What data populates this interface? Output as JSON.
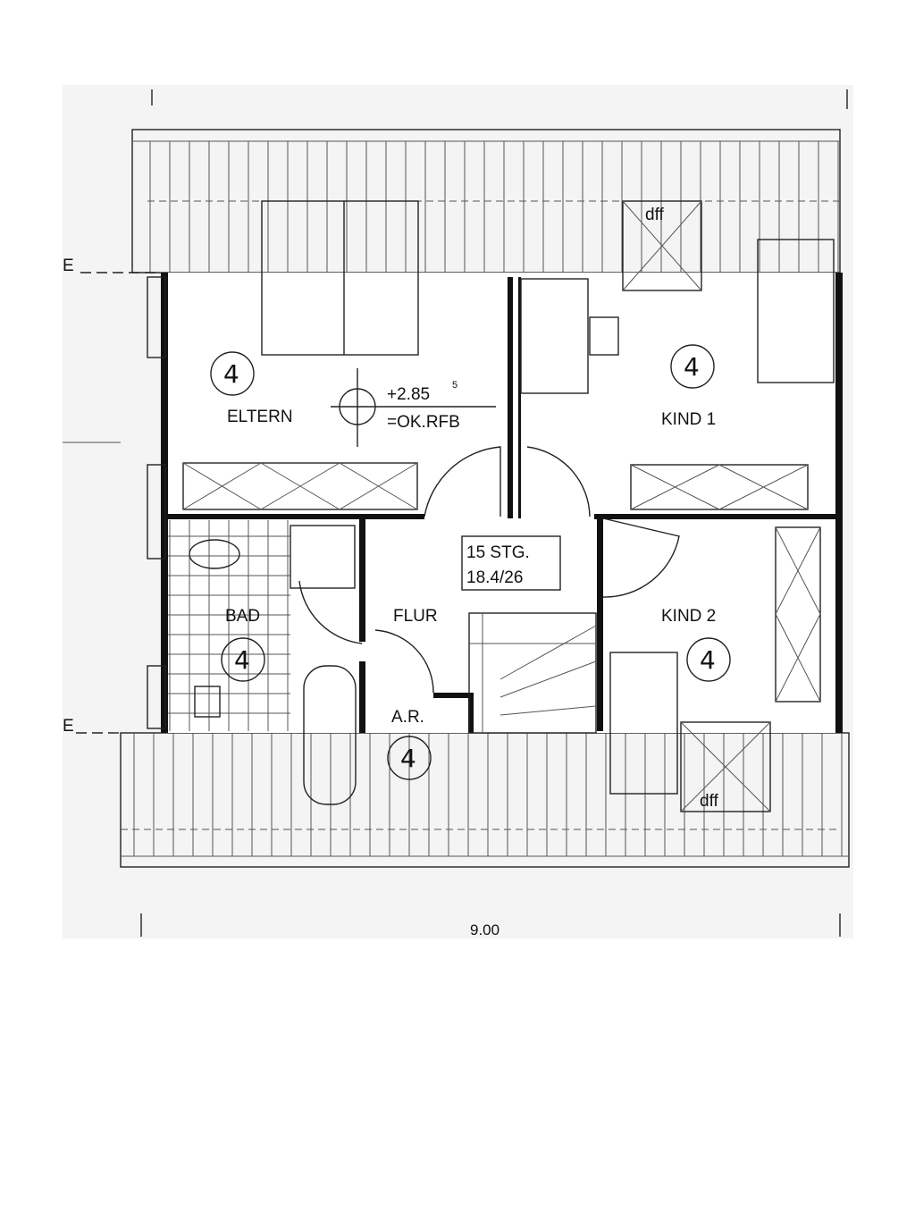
{
  "plan": {
    "rooms": {
      "eltern": "ELTERN",
      "kind1": "KIND 1",
      "bad": "BAD",
      "flur": "FLUR",
      "kind2": "KIND 2",
      "abstellraum": "A.R."
    },
    "level": {
      "height": "+2.85",
      "height_sup": "5",
      "reference": "=OK.RFB"
    },
    "stairs": {
      "steps": "15 STG.",
      "ratio": "18.4/26"
    },
    "skylights": [
      "dff",
      "dff"
    ],
    "room_markers": [
      "4",
      "4",
      "4",
      "4",
      "4"
    ],
    "section_labels": [
      "E",
      "E"
    ],
    "dimension": "9.00"
  }
}
